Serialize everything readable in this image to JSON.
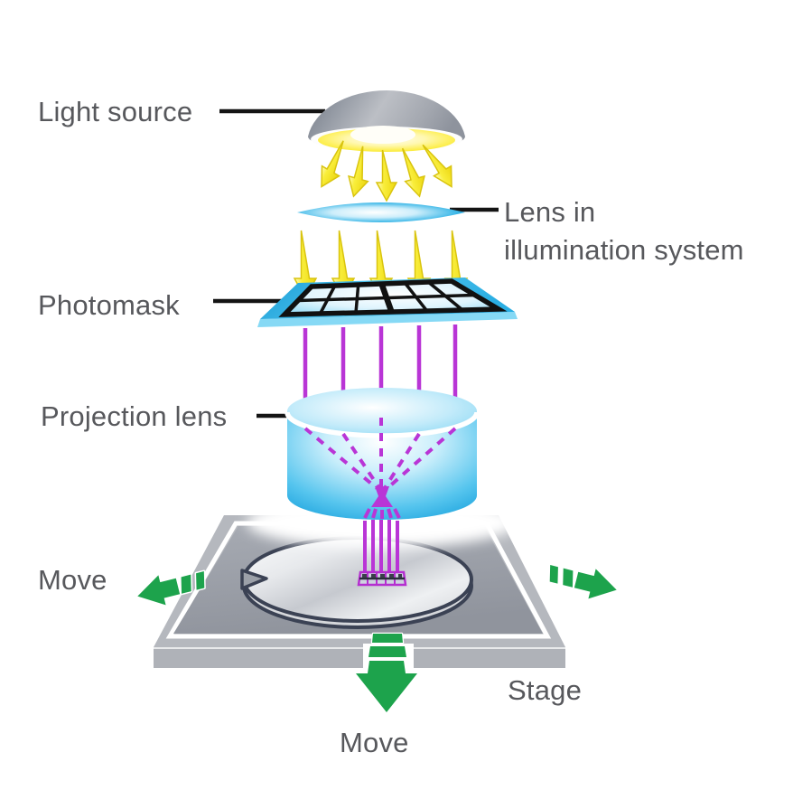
{
  "diagram": {
    "name": "photolithography-exposure-system",
    "background": "#ffffff",
    "labels": {
      "light_source": "Light source",
      "lens_illumination": {
        "line1": "Lens in",
        "line2": "illumination system"
      },
      "photomask": "Photomask",
      "projection_lens": "Projection lens",
      "move_left": "Move",
      "move_bottom": "Move",
      "stage": "Stage"
    },
    "icons": {
      "light_rays": "yellow-down-arrows",
      "exposure_rays": "magenta-ray-lines",
      "move_arrows": "green-direction-arrows"
    },
    "colors": {
      "label_text": "#57585c",
      "leader_line": "#141414",
      "light_yellow": "#f7e833",
      "optics_blue": "#29abe2",
      "ray_magenta": "#b935d6",
      "move_green": "#1da34c",
      "stage_gray": "#9ca1a9",
      "stage_border_gray": "#b5b8be",
      "wafer_outline": "#3b4254",
      "dome_gray": "#a3a7b0"
    }
  }
}
